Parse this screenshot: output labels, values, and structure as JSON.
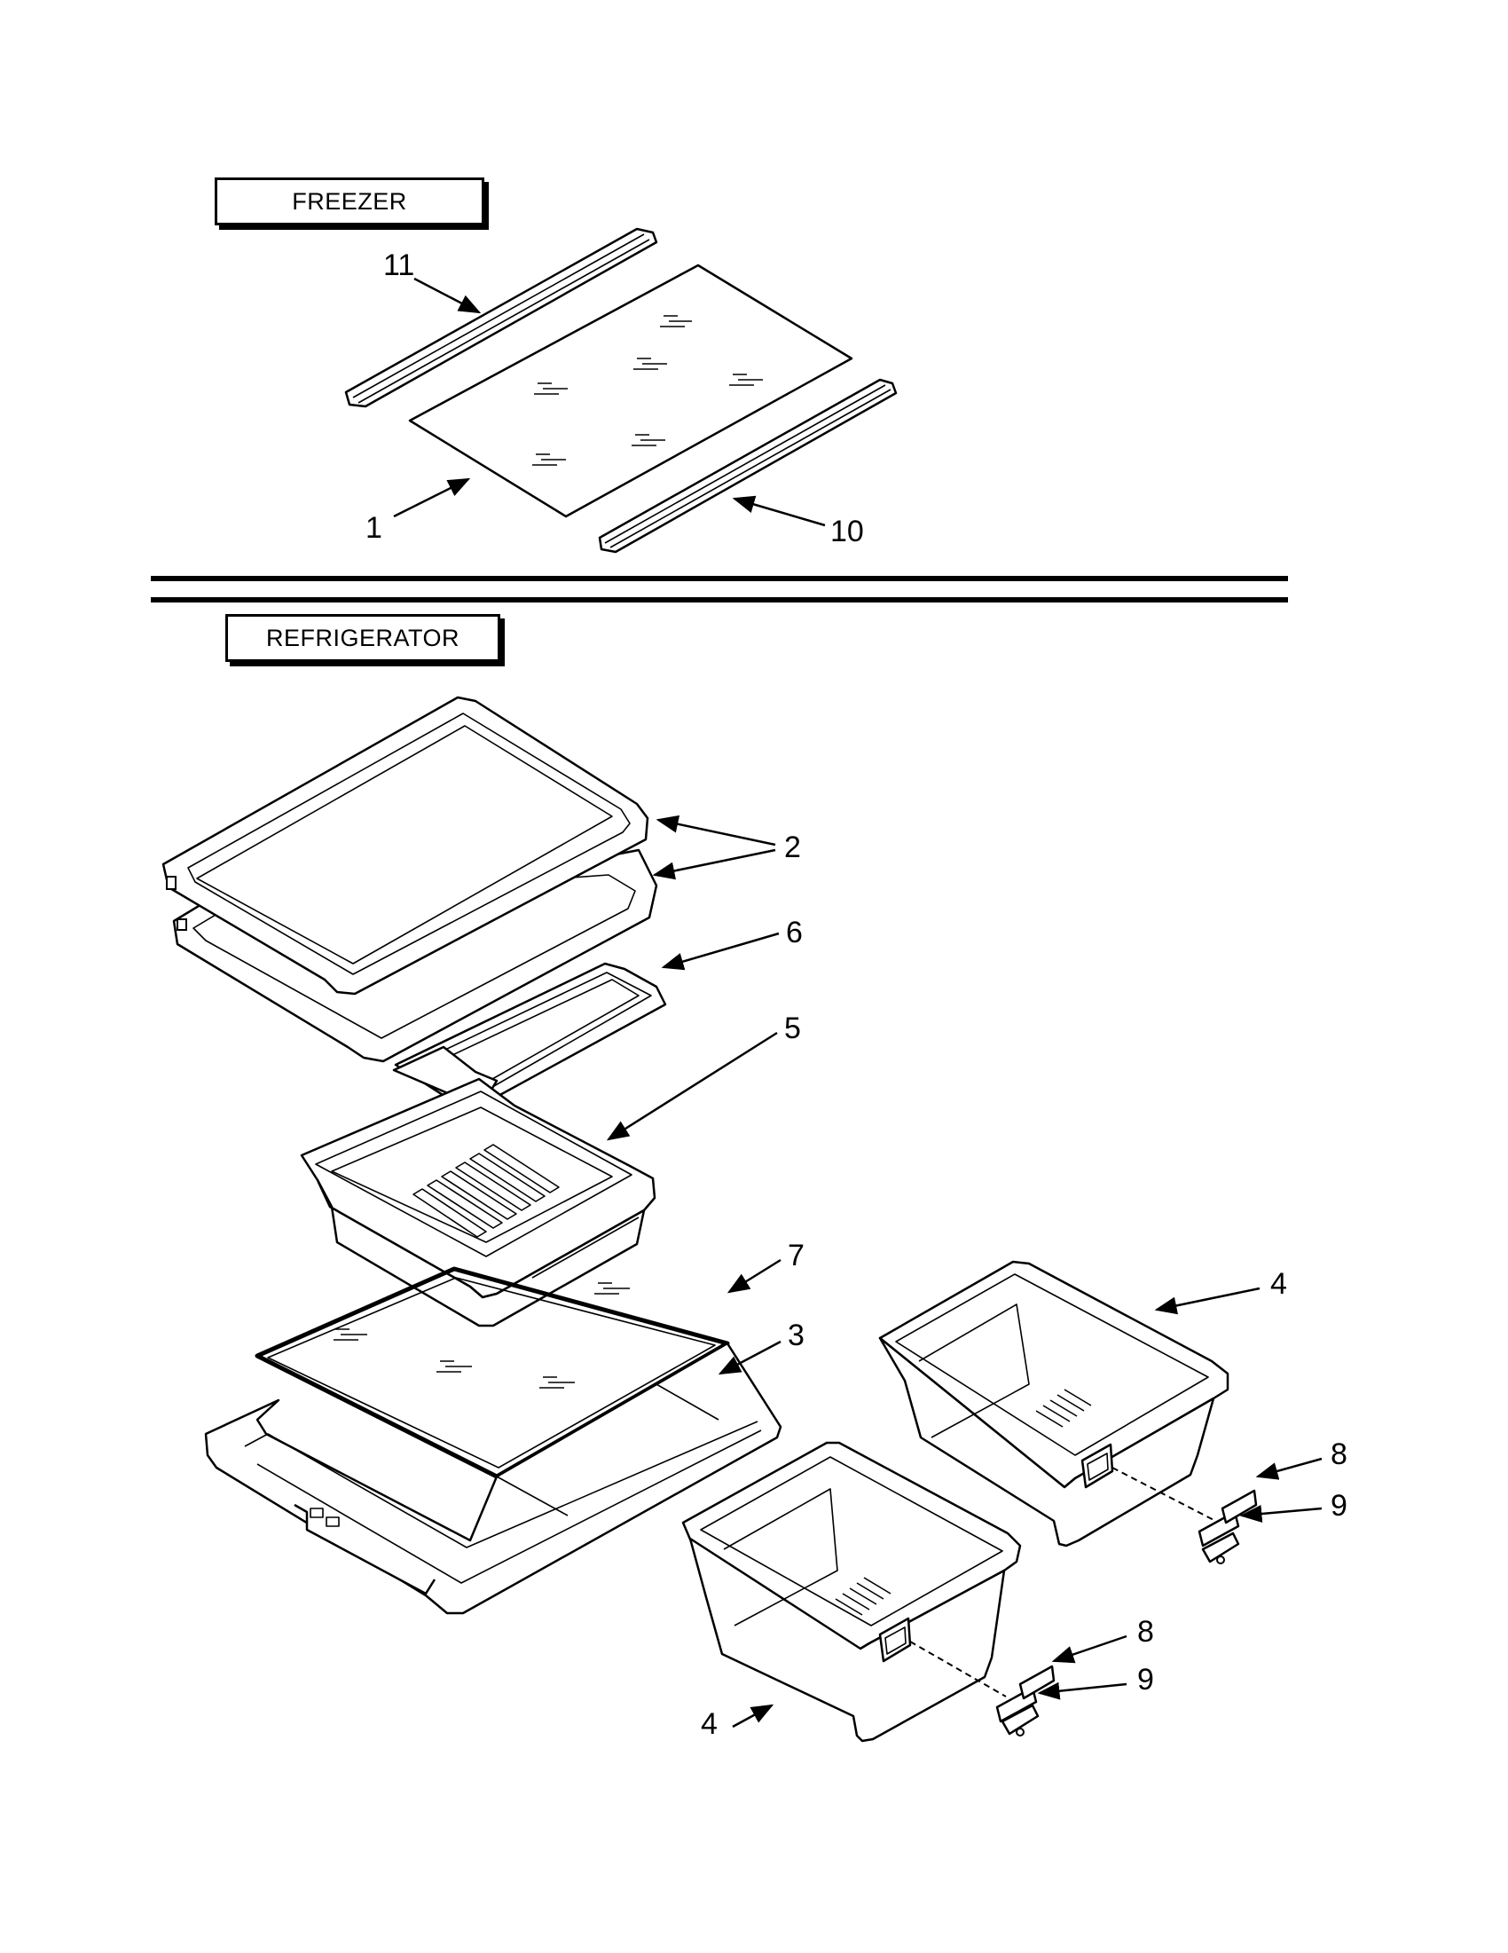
{
  "sections": {
    "freezer": {
      "label": "FREEZER"
    },
    "refrigerator": {
      "label": "REFRIGERATOR"
    }
  },
  "callouts": {
    "c1": "1",
    "c2": "2",
    "c3": "3",
    "c4a": "4",
    "c4b": "4",
    "c5": "5",
    "c6": "6",
    "c7": "7",
    "c8a": "8",
    "c8b": "8",
    "c9a": "9",
    "c9b": "9",
    "c10": "10",
    "c11": "11"
  }
}
